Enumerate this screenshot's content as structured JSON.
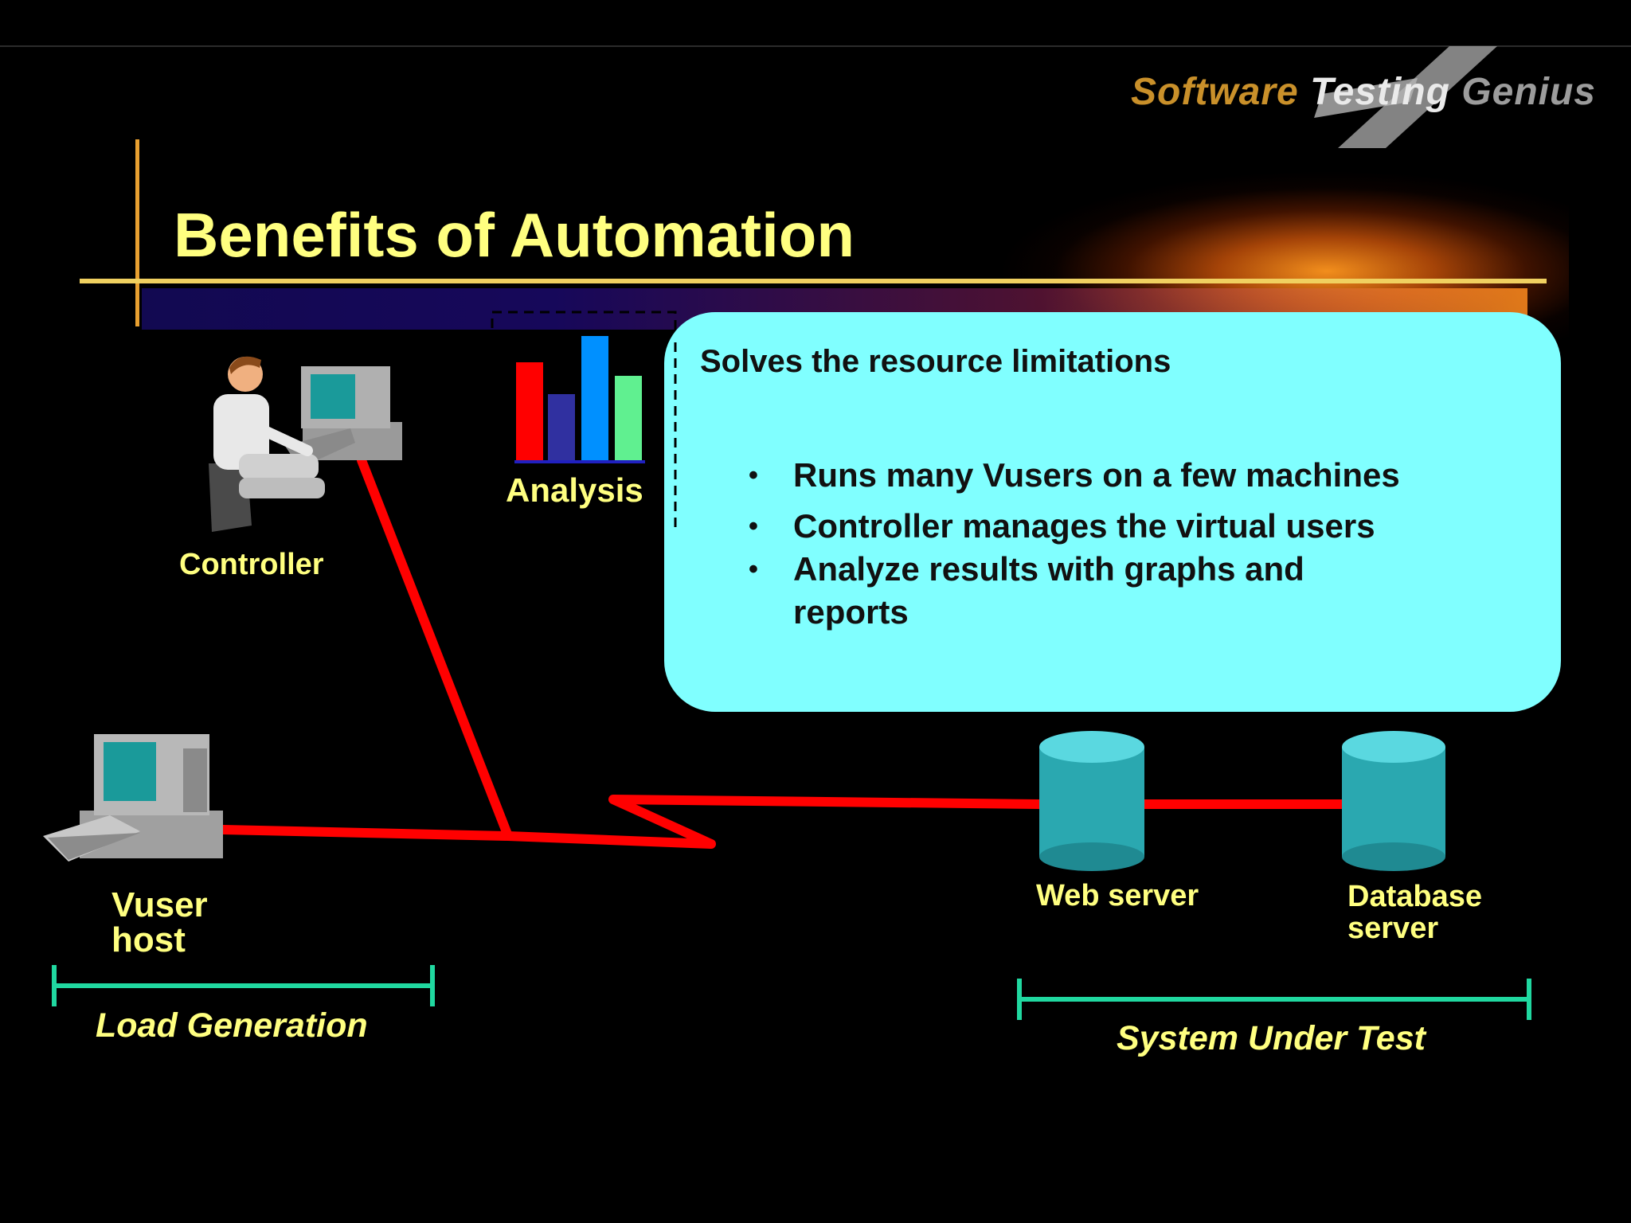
{
  "slide": {
    "title": "Benefits of Automation",
    "logo": {
      "word1": "Software",
      "word2": "Testing",
      "word3": "Genius"
    }
  },
  "nodes": {
    "controller": "Controller",
    "analysis": "Analysis",
    "vuser_host_line1": "Vuser",
    "vuser_host_line2": "host",
    "web_server": "Web server",
    "database_server_line1": "Database",
    "database_server_line2": "server"
  },
  "callout": {
    "heading": "Solves the resource limitations",
    "bullets": [
      "Runs many Vusers on a few machines",
      "Controller manages the virtual users",
      "Analyze results with graphs and reports"
    ]
  },
  "groups": {
    "load_generation": "Load Generation",
    "system_under_test": "System Under Test"
  },
  "colors": {
    "background": "#000000",
    "title": "#ffff80",
    "callout": "#80ffff",
    "network_line": "#ff0000",
    "bracket": "#20d8a0",
    "server": "#30b0b8"
  },
  "icons": [
    "person-at-computer-icon",
    "bar-chart-icon",
    "desktop-computer-icon",
    "server-cylinder-icon",
    "database-cylinder-icon"
  ]
}
